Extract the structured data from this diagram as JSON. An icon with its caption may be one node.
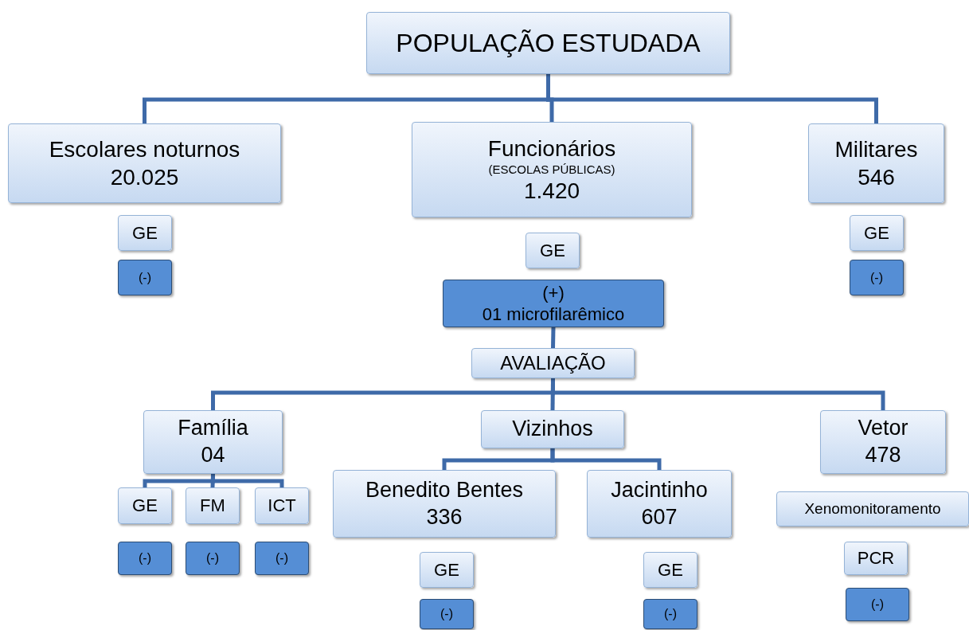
{
  "diagram": {
    "nodes": [
      {
        "text": [
          "POPULAÇÃO ESTUDADA"
        ]
      },
      {
        "text": [
          "Escolares noturnos",
          "20.025"
        ]
      },
      {
        "text": [
          "Funcionários",
          "(ESCOLAS PÚBLICAS)",
          "1.420"
        ]
      },
      {
        "text": [
          "Militares",
          "546"
        ]
      },
      {
        "text": [
          "GE"
        ]
      },
      {
        "text": [
          "(-)"
        ]
      },
      {
        "text": [
          "GE"
        ]
      },
      {
        "text": [
          "(+)",
          "01 microfilarêmico"
        ]
      },
      {
        "text": [
          "AVALIAÇÃO"
        ]
      },
      {
        "text": [
          "GE"
        ]
      },
      {
        "text": [
          "(-)"
        ]
      },
      {
        "text": [
          "Família",
          "04"
        ]
      },
      {
        "text": [
          "Vizinhos"
        ]
      },
      {
        "text": [
          "Vetor",
          "478"
        ]
      },
      {
        "text": [
          "GE"
        ]
      },
      {
        "text": [
          "FM"
        ]
      },
      {
        "text": [
          "ICT"
        ]
      },
      {
        "text": [
          "(-)"
        ]
      },
      {
        "text": [
          "(-)"
        ]
      },
      {
        "text": [
          "(-)"
        ]
      },
      {
        "text": [
          "Benedito Bentes",
          "336"
        ]
      },
      {
        "text": [
          "Jacintinho",
          "607"
        ]
      },
      {
        "text": [
          "Xenomonitoramento"
        ]
      },
      {
        "text": [
          "PCR"
        ]
      },
      {
        "text": [
          "GE"
        ]
      },
      {
        "text": [
          "(-)"
        ]
      },
      {
        "text": [
          "GE"
        ]
      },
      {
        "text": [
          "(-)"
        ]
      },
      {
        "text": [
          "(-)"
        ]
      }
    ],
    "edges": [
      {
        "from": 0,
        "to": 1,
        "arrow": "none"
      },
      {
        "from": 0,
        "to": 2,
        "arrow": "none"
      },
      {
        "from": 0,
        "to": 3,
        "arrow": "none"
      },
      {
        "from": 7,
        "to": 8,
        "arrow": "none"
      },
      {
        "from": 8,
        "to": 11,
        "arrow": "none"
      },
      {
        "from": 8,
        "to": 12,
        "arrow": "none"
      },
      {
        "from": 8,
        "to": 13,
        "arrow": "none"
      },
      {
        "from": 11,
        "to": 14,
        "arrow": "none"
      },
      {
        "from": 11,
        "to": 15,
        "arrow": "none"
      },
      {
        "from": 11,
        "to": 16,
        "arrow": "none"
      },
      {
        "from": 12,
        "to": 20,
        "arrow": "none"
      },
      {
        "from": 12,
        "to": 21,
        "arrow": "none"
      }
    ]
  }
}
